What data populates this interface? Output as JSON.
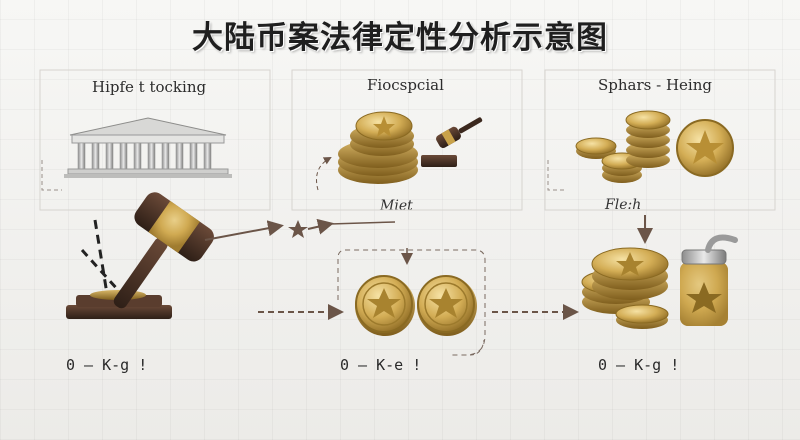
{
  "title": "大陆币案法律定性分析示意图",
  "columns": [
    {
      "heading": "Hipfe t tocking",
      "footer": "0 — K-g !"
    },
    {
      "heading": "Fiocspcial",
      "mid_label": "Miet",
      "footer": "0 — K-e !"
    },
    {
      "heading": "Sphars - Heing",
      "mid_label": "Fle:h",
      "footer": "0 — K-g !"
    }
  ],
  "colors": {
    "gold": "#c9a24a",
    "gold_dark": "#8a6a22",
    "wood": "#4a3327",
    "arrow": "#6b5548"
  },
  "icons": [
    "courthouse-icon",
    "gavel-icon",
    "coin-stack-icon",
    "coin-icon",
    "jar-icon",
    "star-icon"
  ]
}
